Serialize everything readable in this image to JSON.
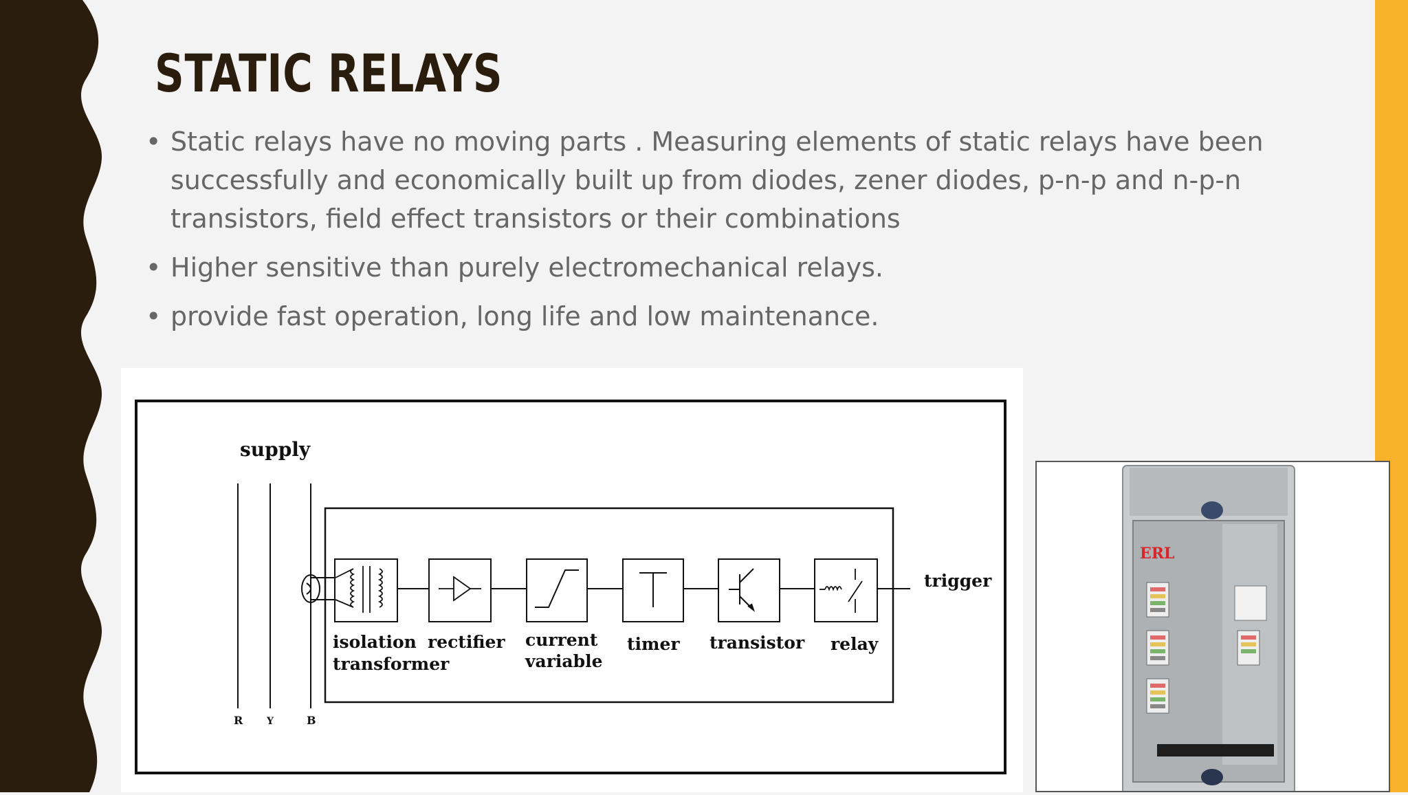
{
  "slide": {
    "title": "STATIC RELAYS",
    "bullets": [
      "Static relays have  no  moving parts . Measuring elements of static relays have been successfully and economically built up from diodes, zener diodes, p-n-p and n-p-n transistors, field effect transistors or their combinations",
      "Higher sensitive than purely electromechanical relays.",
      "provide fast operation, long life and low maintenance."
    ],
    "bullet_symbol": "•"
  },
  "diagram": {
    "supply_label": "supply",
    "phase_labels": [
      "R",
      "Y",
      "B"
    ],
    "blocks": [
      {
        "label_line1": "isolation",
        "label_line2": "transformer",
        "icon": "transformer-coil-icon"
      },
      {
        "label_line1": "rectifier",
        "label_line2": "",
        "icon": "rectifier-symbol-icon"
      },
      {
        "label_line1": "current",
        "label_line2": "variable",
        "icon": "ramp-curve-icon"
      },
      {
        "label_line1": "timer",
        "label_line2": "",
        "icon": "timer-symbol-icon"
      },
      {
        "label_line1": "transistor",
        "label_line2": "",
        "icon": "transistor-symbol-icon"
      },
      {
        "label_line1": "relay",
        "label_line2": "",
        "icon": "relay-contact-icon"
      }
    ],
    "output_label": "trigger"
  },
  "photo": {
    "brand_text": "ERL"
  },
  "colors": {
    "left_band": "#2b1d0e",
    "right_band": "#f7b12a",
    "title": "#2b1d0e",
    "body_text": "#666666",
    "background": "#f3f3f3"
  }
}
